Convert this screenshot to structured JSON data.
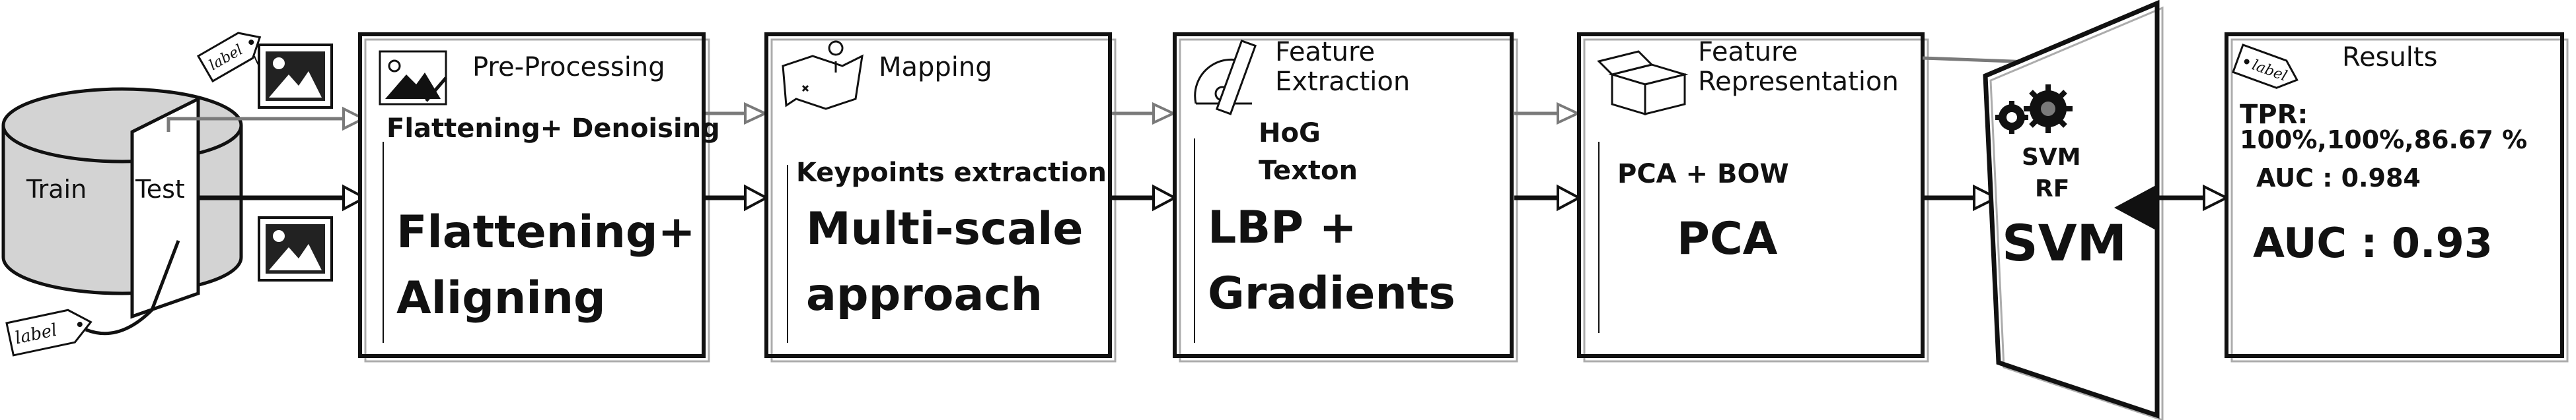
{
  "dataset": {
    "train_label": "Train",
    "test_label": "Test"
  },
  "tags": {
    "train_tag": "label",
    "test_tag": "label",
    "results_tag": "label"
  },
  "stages": [
    {
      "title": "Pre-Processing",
      "alt_method": "Flattening+ Denoising",
      "main_method_line1": "Flattening+",
      "main_method_line2": "Aligning"
    },
    {
      "title": "Mapping",
      "alt_method": "Keypoints extraction",
      "main_method_line1": "Multi-scale",
      "main_method_line2": "approach"
    },
    {
      "title_line1": "Feature",
      "title_line2": "Extraction",
      "alt_method_line1": "HoG",
      "alt_method_line2": "Texton",
      "main_method_line1": "LBP +",
      "main_method_line2": "Gradients"
    },
    {
      "title_line1": "Feature",
      "title_line2": "Representation",
      "alt_method": "PCA + BOW",
      "main_method": "PCA"
    },
    {
      "alt_method_line1": "SVM",
      "alt_method_line2": "RF",
      "main_method": "SVM"
    }
  ],
  "results": {
    "title": "Results",
    "tpr_line1": "TPR:",
    "tpr_line2": "100%,100%,86.67 %",
    "auc_alt": "AUC : 0.984",
    "auc_main": "AUC : 0.93"
  },
  "colors": {
    "ink": "#111111",
    "gray": "#7a7a7a",
    "cylinder_fill": "#d3d3d3"
  }
}
